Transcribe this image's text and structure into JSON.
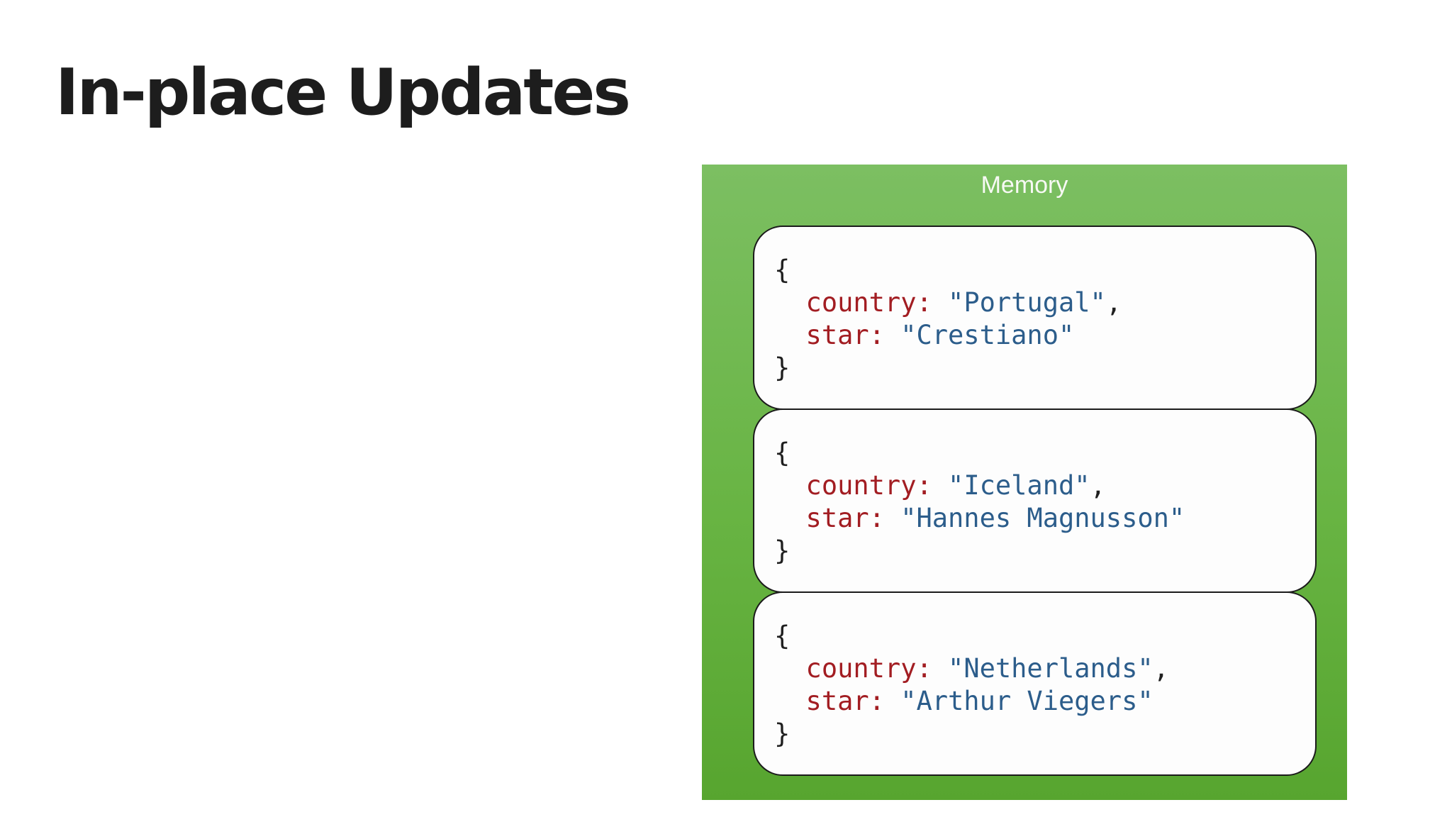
{
  "title": "In-place Updates",
  "memory": {
    "label": "Memory",
    "records": [
      {
        "country": "Portugal",
        "star": "Crestiano"
      },
      {
        "country": "Iceland",
        "star": "Hannes Magnusson"
      },
      {
        "country": "Netherlands",
        "star": "Arthur Viegers"
      }
    ],
    "code": {
      "open_brace": "{",
      "close_brace": "}",
      "country_key": "country: ",
      "star_key": "star: ",
      "quote": "\"",
      "comma": ","
    }
  },
  "colors": {
    "panel_green_top": "#7cbf62",
    "panel_green_bottom": "#57a52f",
    "key_red": "#a21d22",
    "value_blue": "#2c5d8b",
    "title_black": "#1d1d1d",
    "card_background": "#fdfdfd"
  }
}
